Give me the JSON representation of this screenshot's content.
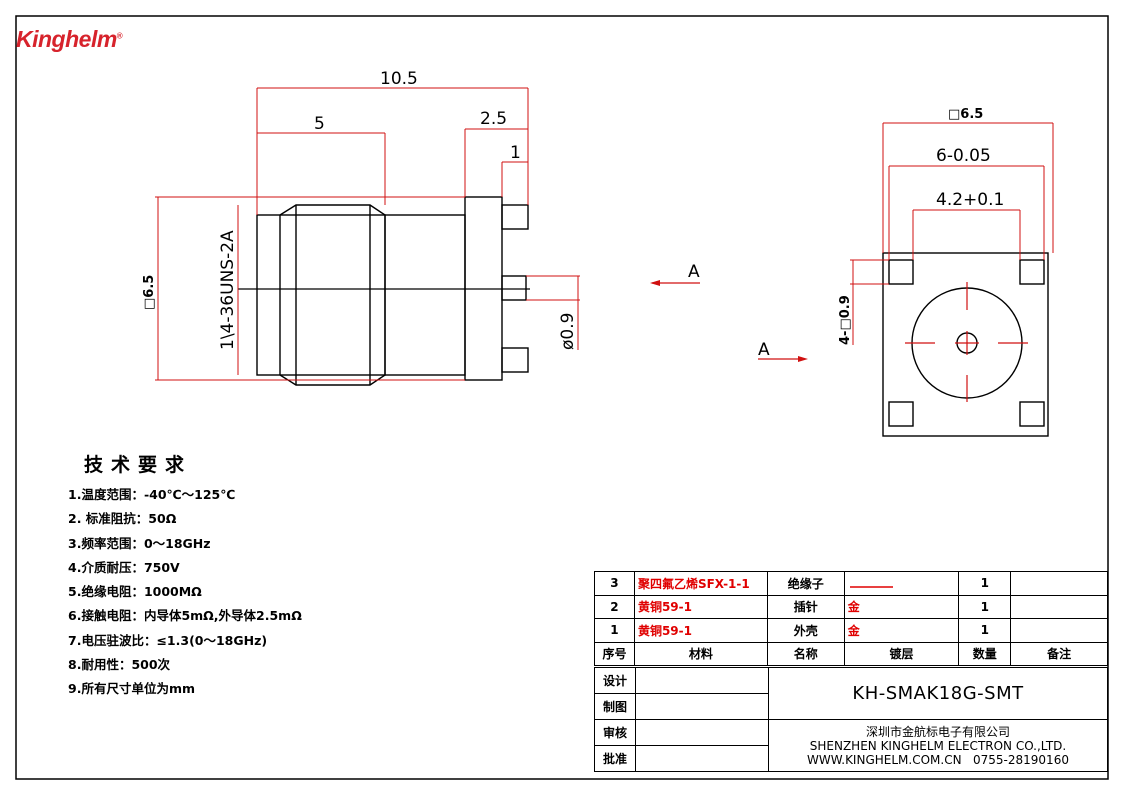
{
  "brand": {
    "name": "Kinghelm",
    "mark": "®",
    "color": "#d7232c"
  },
  "side_view": {
    "dims": {
      "overall_length": "10.5",
      "body_length": "5",
      "flange_to_end": "2.5",
      "pin_length": "1",
      "thread": "1\\4-36UNS-2A",
      "pin_dia": "ø0.9",
      "flange_square": "□6.5"
    },
    "section_marks": [
      "A",
      "A"
    ]
  },
  "end_view": {
    "dims": {
      "flange_square": "□6.5",
      "hole_spacing": "6-0.05",
      "inner_spacing": "4.2+0.1",
      "pads": "4-□0.9"
    }
  },
  "requirements": {
    "title": "技术要求",
    "items": [
      "1.温度范围：-40℃～125℃",
      "2. 标准阻抗：50Ω",
      "3.频率范围：0～18GHz",
      "4.介质耐压：750V",
      "5.绝缘电阻：1000MΩ",
      "6.接触电阻：内导体5mΩ,外导体2.5mΩ",
      "7.电压驻波比：≤1.3(0～18GHz)",
      "8.耐用性：500次",
      "9.所有尺寸单位为mm"
    ]
  },
  "bom": {
    "rows": [
      {
        "no": "3",
        "material": "聚四氟乙烯SFX-1-1",
        "name": "绝缘子",
        "plating": "",
        "qty": "1",
        "note": ""
      },
      {
        "no": "2",
        "material": "黄铜59-1",
        "name": "插针",
        "plating": "金",
        "qty": "1",
        "note": ""
      },
      {
        "no": "1",
        "material": "黄铜59-1",
        "name": "外壳",
        "plating": "金",
        "qty": "1",
        "note": ""
      }
    ],
    "header": {
      "no": "序号",
      "material": "材料",
      "name": "名称",
      "plating": "镀层",
      "qty": "数量",
      "note": "备注"
    }
  },
  "title_block": {
    "labels": [
      "设计",
      "制图",
      "审核",
      "批准"
    ],
    "part_number": "KH-SMAK18G-SMT",
    "company_cn": "深圳市金航标电子有限公司",
    "company_en": "SHENZHEN KINGHELM ELECTRON CO.,LTD.",
    "website": "WWW.KINGHELM.COM.CN",
    "phone": "0755-28190160"
  }
}
